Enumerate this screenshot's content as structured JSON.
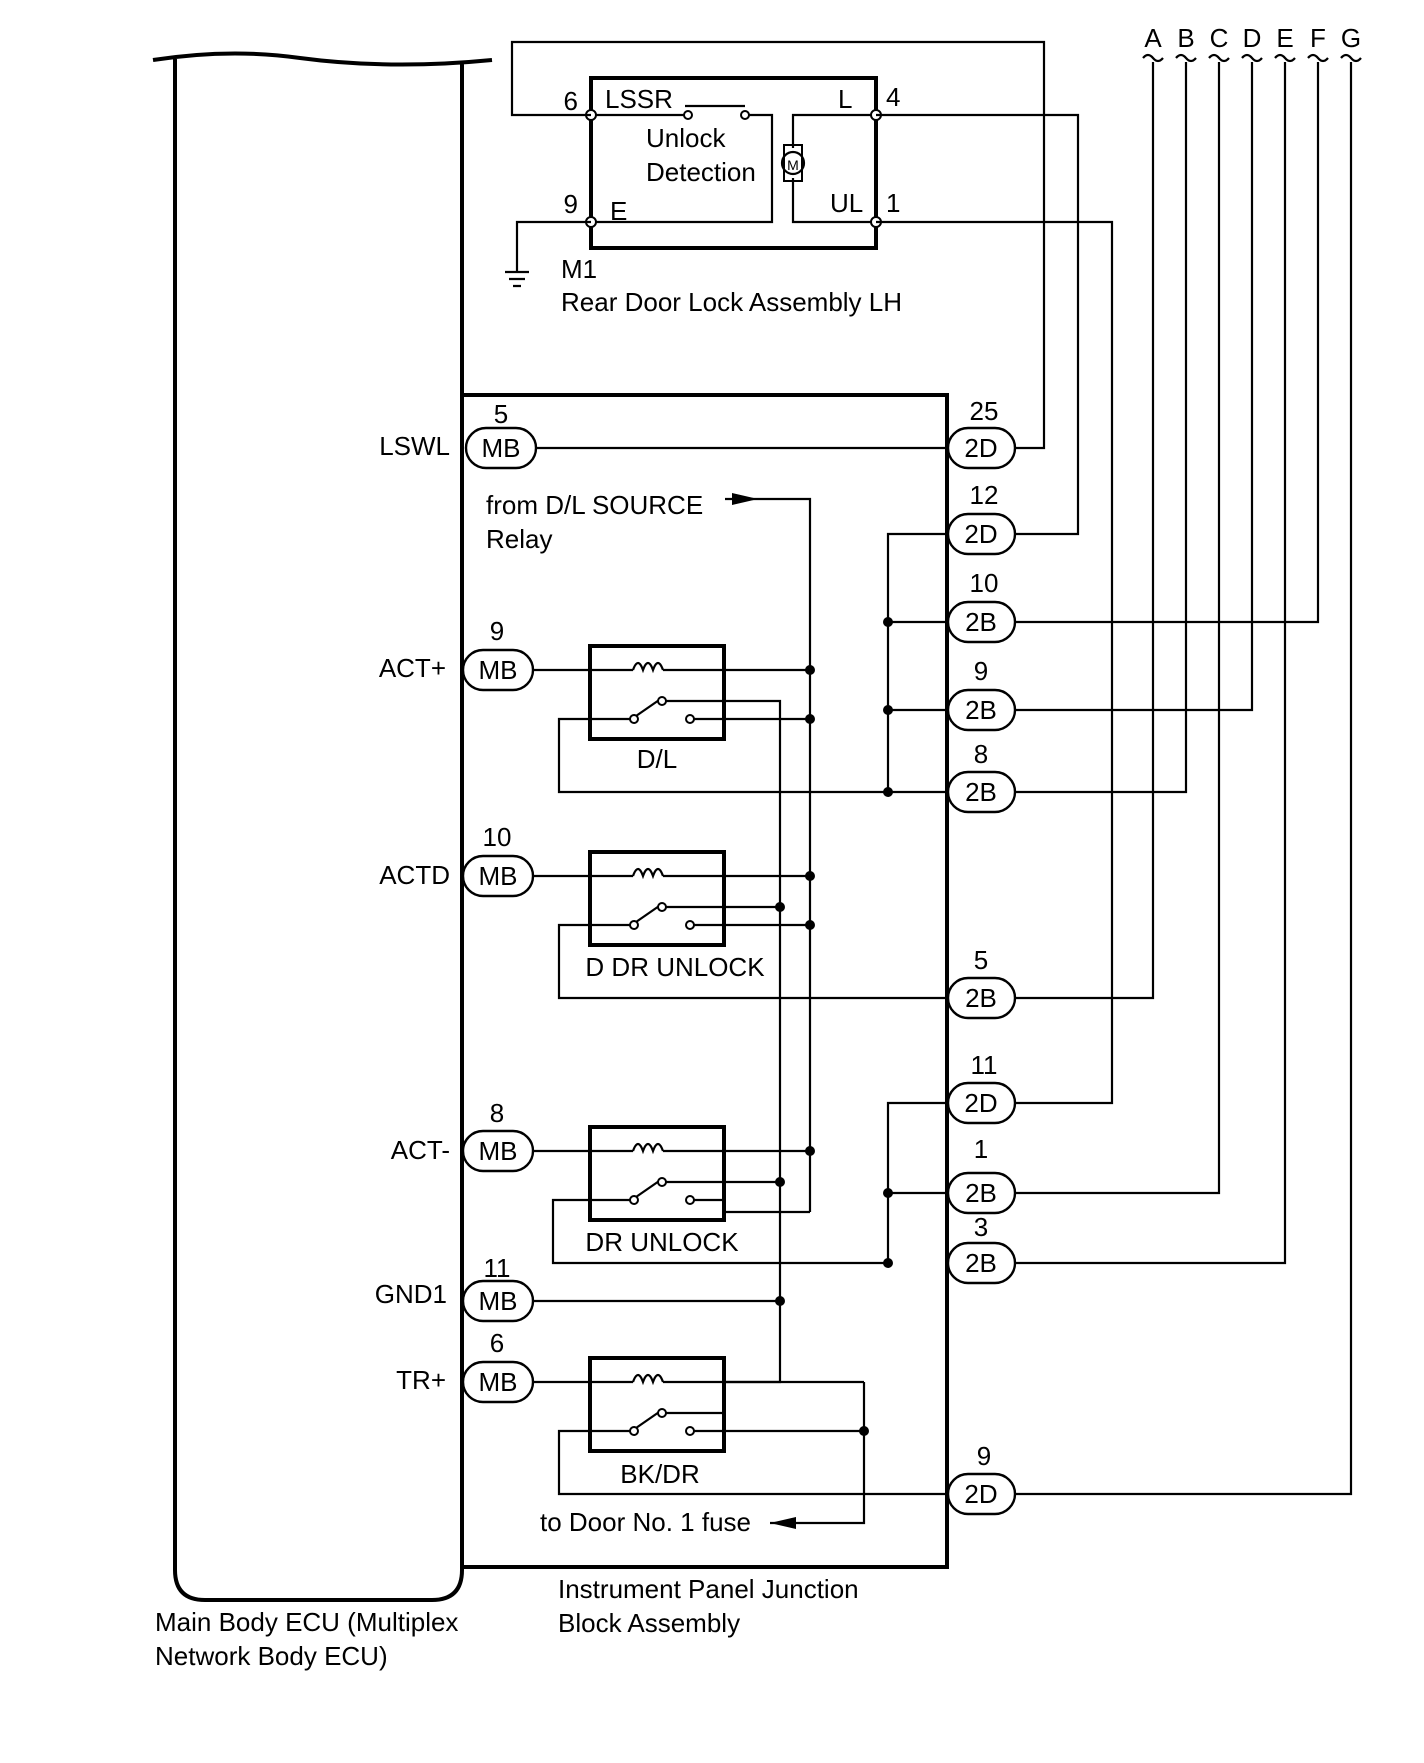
{
  "bus_letters": [
    "A",
    "B",
    "C",
    "D",
    "E",
    "F",
    "G"
  ],
  "door_lock": {
    "id": "M1",
    "name": "Rear Door Lock Assembly LH",
    "pins": {
      "lssr_pin": "6",
      "e_pin": "9",
      "l_pin": "4",
      "ul_pin": "1"
    },
    "labels": {
      "lssr": "LSSR",
      "e": "E",
      "l": "L",
      "ul": "UL",
      "motor": "M"
    },
    "switch_text": [
      "Unlock",
      "Detection"
    ]
  },
  "ecu": {
    "name_lines": [
      "Main Body ECU (Multiplex",
      "Network Body ECU)"
    ],
    "signals": [
      {
        "label": "LSWL",
        "pin": "5",
        "conn": "MB"
      },
      {
        "label": "ACT+",
        "pin": "9",
        "conn": "MB"
      },
      {
        "label": "ACTD",
        "pin": "10",
        "conn": "MB"
      },
      {
        "label": "ACT-",
        "pin": "8",
        "conn": "MB"
      },
      {
        "label": "GND1",
        "pin": "11",
        "conn": "MB"
      },
      {
        "label": "TR+",
        "pin": "6",
        "conn": "MB"
      }
    ]
  },
  "junction_block": {
    "name_lines": [
      "Instrument Panel Junction",
      "Block Assembly"
    ],
    "source_text": [
      "from D/L SOURCE",
      "Relay"
    ],
    "fuse_text": "to Door No. 1 fuse",
    "relays": [
      "D/L",
      "D DR UNLOCK",
      "DR UNLOCK",
      "BK/DR"
    ],
    "right_connectors": [
      {
        "pin": "25",
        "conn": "2D"
      },
      {
        "pin": "12",
        "conn": "2D"
      },
      {
        "pin": "10",
        "conn": "2B"
      },
      {
        "pin": "9",
        "conn": "2B"
      },
      {
        "pin": "8",
        "conn": "2B"
      },
      {
        "pin": "5",
        "conn": "2B"
      },
      {
        "pin": "11",
        "conn": "2D"
      },
      {
        "pin": "1",
        "conn": "2B"
      },
      {
        "pin": "3",
        "conn": "2B"
      },
      {
        "pin": "9",
        "conn": "2D"
      }
    ]
  }
}
